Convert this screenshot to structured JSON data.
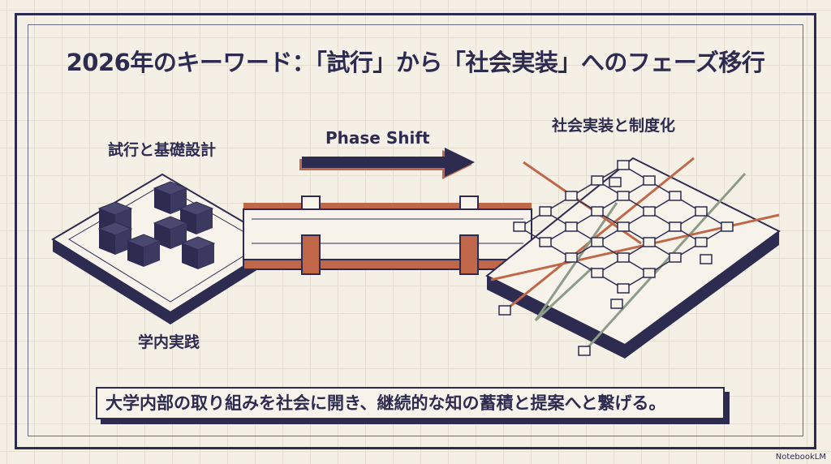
{
  "title": "2026年のキーワード：「試行」から「社会実装」へのフェーズ移行",
  "left": {
    "heading": "試行と基礎設計",
    "caption": "学内実践"
  },
  "middle": {
    "arrow_label": "Phase Shift"
  },
  "right": {
    "heading": "社会実装と制度化"
  },
  "footer": "大学内部の取り組みを社会に開き、継続的な知の蓄積と提案へと繋げる。",
  "brand": "NotebookLM",
  "colors": {
    "navy": "#2d2c50",
    "orange": "#c0674a",
    "green": "#8c9c88",
    "background": "#f5f0e5"
  }
}
